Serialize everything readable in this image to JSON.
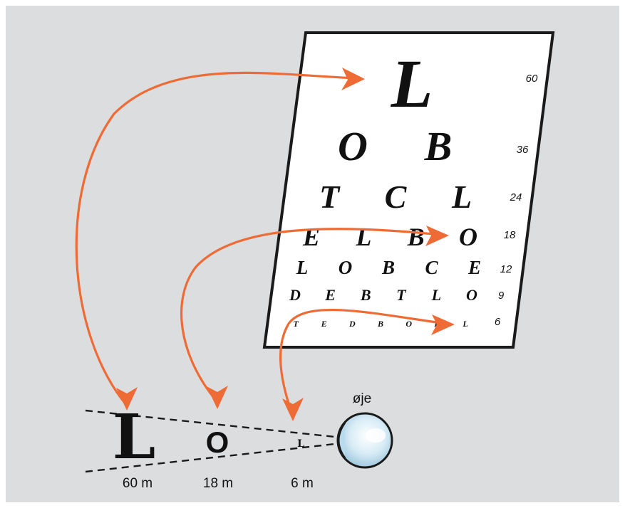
{
  "colors": {
    "background": "#dcdddf",
    "arrow": "#ef6b35",
    "chart_border": "#1a1a1a",
    "eye_fill": "#cfe6f2"
  },
  "chart": {
    "rows": [
      {
        "letters": [
          "L"
        ],
        "acuity": "60"
      },
      {
        "letters": [
          "O",
          "B"
        ],
        "acuity": "36"
      },
      {
        "letters": [
          "T",
          "C",
          "L"
        ],
        "acuity": "24"
      },
      {
        "letters": [
          "E",
          "L",
          "B",
          "O"
        ],
        "acuity": "18"
      },
      {
        "letters": [
          "L",
          "O",
          "B",
          "C",
          "E"
        ],
        "acuity": "12"
      },
      {
        "letters": [
          "D",
          "E",
          "B",
          "T",
          "L",
          "O"
        ],
        "acuity": "9"
      },
      {
        "letters": [
          "T",
          "E",
          "D",
          "B",
          "O",
          "E",
          "L"
        ],
        "acuity": "6"
      }
    ]
  },
  "eye": {
    "label": "øje"
  },
  "distances": [
    {
      "letter": "L",
      "label": "60 m"
    },
    {
      "letter": "O",
      "label": "18 m"
    },
    {
      "letter": "L",
      "label": "6 m"
    }
  ]
}
